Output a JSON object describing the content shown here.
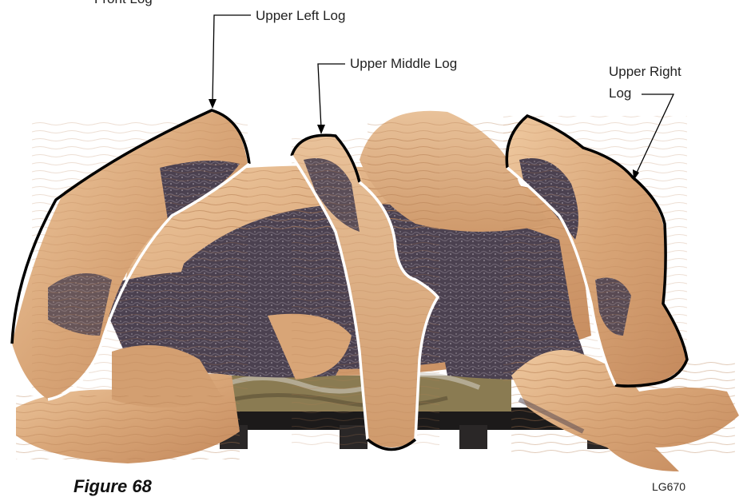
{
  "callouts": {
    "front_log": "Front Log",
    "upper_left_log": "Upper Left Log",
    "upper_middle_log": "Upper Middle Log",
    "upper_right_log_line1": "Upper Right",
    "upper_right_log_line2": "Log"
  },
  "figure_caption": "Figure 68",
  "drawing_code": "LG670",
  "colors": {
    "log_tan": "#d9a679",
    "log_light": "#edc69d",
    "char_dark": "#4a3f4c",
    "outline_highlight": "#ffffff",
    "outline_border": "#000000",
    "grate": "#1c1a1a",
    "embers": "#8a7b52"
  }
}
